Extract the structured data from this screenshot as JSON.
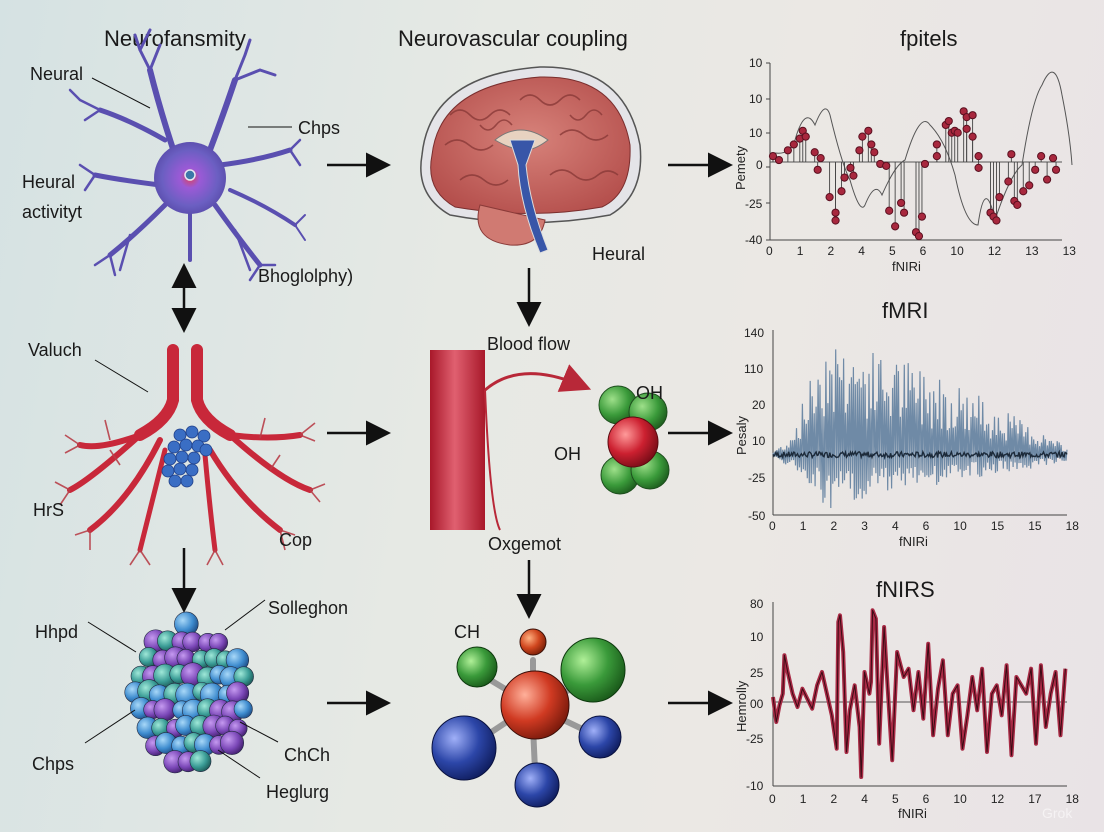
{
  "columns": {
    "left_title": "Neurofansmity",
    "middle_title": "Neurovascular coupling"
  },
  "neuron": {
    "labels": [
      "Neural",
      "Chps",
      "Heural",
      "activityt",
      "Bhoglolphy)"
    ]
  },
  "vessel": {
    "labels": [
      "Valuch",
      "HrS",
      "Cop"
    ]
  },
  "protein": {
    "labels": [
      "Hhpd",
      "Solleghon",
      "Chps",
      "ChCh",
      "Heglurg"
    ]
  },
  "brain": {
    "labels": [
      "Heural"
    ]
  },
  "blood": {
    "labels": [
      "Blood flow",
      "OH",
      "OH",
      "Oxgemot"
    ]
  },
  "molecule": {
    "labels": [
      "CH"
    ]
  },
  "colors": {
    "neuron": "#6b5fc2",
    "vessel_red": "#c8283a",
    "protein_purple": "#7b48b8",
    "protein_teal": "#3a9c96",
    "protein_blue": "#3e8ccf",
    "atom_green": "#3a9a3a",
    "atom_red": "#c8301f",
    "atom_blue": "#2c46a8",
    "chart1_point": "#a8283e",
    "chart2_line": "#6f8aa6",
    "chart3_line": "#a82a45"
  },
  "watermark": "Grok",
  "chart_data": [
    {
      "type": "scatter",
      "title": "fpitels",
      "xlabel": "fNIRi",
      "ylabel": "Pemety",
      "x_ticks": [
        "0",
        "1",
        "2",
        "4",
        "5",
        "6",
        "10",
        "12",
        "13",
        "13"
      ],
      "y_ticks": [
        "10",
        "10",
        "10",
        "0",
        "-25",
        "-40"
      ],
      "ylim": [
        -40,
        10
      ],
      "grid": false,
      "series": [
        {
          "name": "stem points",
          "x": [
            0.1,
            0.3,
            0.6,
            0.8,
            1.0,
            1.1,
            1.2,
            1.5,
            1.6,
            1.7,
            2.0,
            2.2,
            2.2,
            2.4,
            2.5,
            2.7,
            2.8,
            3.0,
            3.1,
            3.3,
            3.4,
            3.5,
            3.7,
            3.9,
            4.0,
            4.2,
            4.4,
            4.5,
            4.9,
            5.0,
            5.1,
            5.2,
            5.6,
            5.6,
            5.9,
            6.0,
            6.1,
            6.2,
            6.3,
            6.5,
            6.6,
            6.6,
            6.8,
            6.8,
            7.0,
            7.0,
            7.4,
            7.5,
            7.6,
            7.7,
            8.0,
            8.1,
            8.2,
            8.3,
            8.5,
            8.7,
            8.9,
            9.1,
            9.3,
            9.5,
            9.6
          ],
          "y": [
            3,
            1,
            6,
            9,
            12,
            16,
            13,
            5,
            -4,
            2,
            -18,
            -26,
            -30,
            -15,
            -8,
            -3,
            -7,
            6,
            13,
            16,
            9,
            5,
            -1,
            -2,
            -25,
            -33,
            -21,
            -26,
            -36,
            -38,
            -28,
            -1,
            3,
            9,
            19,
            21,
            15,
            16,
            15,
            26,
            23,
            17,
            24,
            13,
            3,
            -3,
            -26,
            -28,
            -30,
            -18,
            -10,
            4,
            -20,
            -22,
            -15,
            -12,
            -4,
            3,
            -9,
            2,
            -4
          ],
          "note": "values estimated from pixel positions; axis ticks are non-linear/garbled"
        }
      ]
    },
    {
      "type": "line",
      "title": "fMRI",
      "xlabel": "fNIRi",
      "ylabel": "Pesaly",
      "x_ticks": [
        "0",
        "1",
        "2",
        "3",
        "4",
        "6",
        "10",
        "15",
        "15",
        "18"
      ],
      "y_ticks": [
        "140",
        "110",
        "20",
        "10",
        "-25",
        "-50"
      ],
      "ylim": [
        -50,
        140
      ],
      "grid": false,
      "series": [
        {
          "name": "signal",
          "description": "oscillating signal centered near baseline (~12), amplitude envelope growing from x≈0 to peak around x≈3–4 (spikes reaching ~140 and dipping to ~-50), then decaying toward x≈18",
          "envelope_x": [
            0,
            1,
            2,
            3,
            3.5,
            4,
            6,
            10,
            15,
            18
          ],
          "envelope_upper": [
            15,
            30,
            75,
            135,
            140,
            138,
            120,
            100,
            50,
            20
          ],
          "envelope_lower": [
            8,
            0,
            -15,
            -40,
            -50,
            -45,
            -30,
            -20,
            -5,
            5
          ]
        }
      ]
    },
    {
      "type": "line",
      "title": "fNIRS",
      "xlabel": "fNIRi",
      "ylabel": "Hemrolly",
      "x_ticks": [
        "0",
        "1",
        "2",
        "4",
        "5",
        "6",
        "10",
        "12",
        "17",
        "18"
      ],
      "y_ticks": [
        "80",
        "10",
        "25",
        "00",
        "-25",
        "-10"
      ],
      "ylim": [
        -10,
        80
      ],
      "grid": false,
      "series": [
        {
          "name": "signal",
          "x": [
            0,
            0.2,
            0.4,
            0.6,
            0.7,
            0.9,
            1.2,
            1.5,
            1.8,
            2.1,
            2.4,
            2.7,
            3.0,
            3.3,
            3.6,
            3.9,
            4.0,
            4.1,
            4.3,
            4.5,
            4.7,
            5.0,
            5.3,
            5.4,
            5.6,
            5.9,
            6.0,
            6.1,
            6.3,
            6.5,
            6.8,
            7.0,
            7.3,
            7.6,
            8.0,
            8.3,
            8.6,
            8.9,
            9.2,
            9.5,
            9.8,
            10.1,
            10.4,
            10.7,
            11.0,
            11.3,
            11.6,
            11.9,
            12.2,
            12.5,
            12.8,
            13.1,
            13.4,
            13.7,
            14.0,
            14.3,
            14.6,
            14.9,
            15.2,
            15.5,
            15.8,
            16.1,
            16.4,
            16.7,
            17.0,
            17.3,
            17.6,
            17.9
          ],
          "y": [
            3,
            -12,
            -2,
            5,
            28,
            18,
            5,
            -3,
            8,
            2,
            -4,
            10,
            18,
            5,
            -8,
            -28,
            48,
            52,
            30,
            -30,
            -5,
            10,
            -15,
            -45,
            18,
            5,
            12,
            55,
            50,
            -25,
            45,
            12,
            -35,
            30,
            15,
            20,
            -5,
            18,
            -10,
            35,
            -20,
            8,
            25,
            -20,
            5,
            10,
            -28,
            -8,
            15,
            -5,
            20,
            -30,
            5,
            10,
            -8,
            22,
            -32,
            15,
            10,
            5,
            20,
            -25,
            22,
            -15,
            5,
            18,
            -20,
            20
          ]
        }
      ]
    }
  ]
}
